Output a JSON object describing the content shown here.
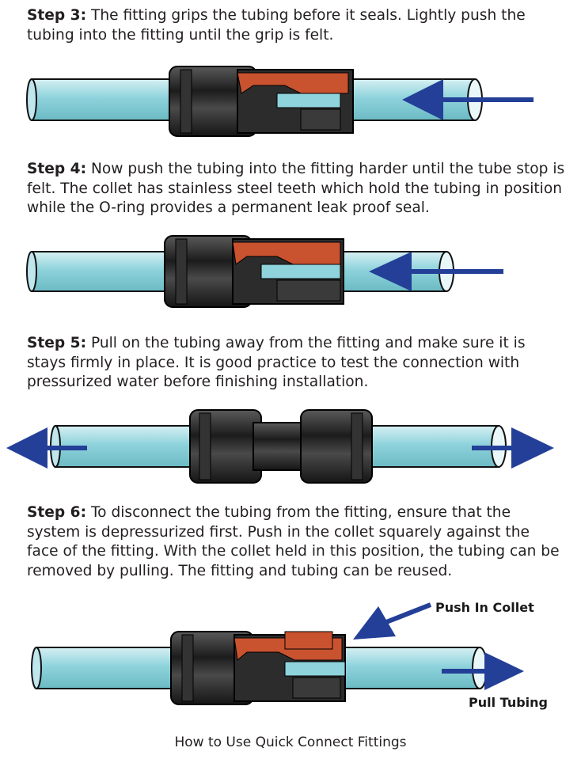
{
  "steps": [
    {
      "label": "Step 3:",
      "text": " The fitting grips the tubing before it seals. Lightly push the tubing into the fitting until the grip is felt."
    },
    {
      "label": "Step 4:",
      "text": " Now push the tubing into the fitting harder until the tube stop is felt. The collet has stainless steel teeth which hold the tubing in position while the O-ring provides a permanent leak proof seal."
    },
    {
      "label": "Step 5:",
      "text": " Pull on the tubing away from the fitting and make sure it is stays firmly in place. It is good practice to test the connection with pressurized water before finishing installation."
    },
    {
      "label": "Step 6:",
      "text": " To disconnect the tubing from the fitting, ensure that the system is depressurized first. Push in the collet squarely against the face of the fitting. With the collet held in this position, the tubing can be removed by pulling. The fitting and tubing can be reused."
    }
  ],
  "annotations": {
    "push_in_collet": "Push In Collet",
    "pull_tubing": "Pull Tubing"
  },
  "caption": "How to Use Quick Connect Fittings",
  "colors": {
    "tube": "#8fd3dc",
    "fitting": "#3a3a3a",
    "cutaway": "#c9522f",
    "arrow": "#233f97"
  },
  "icons": [
    "arrow-left-icon",
    "arrow-right-icon",
    "arrow-push-icon"
  ]
}
